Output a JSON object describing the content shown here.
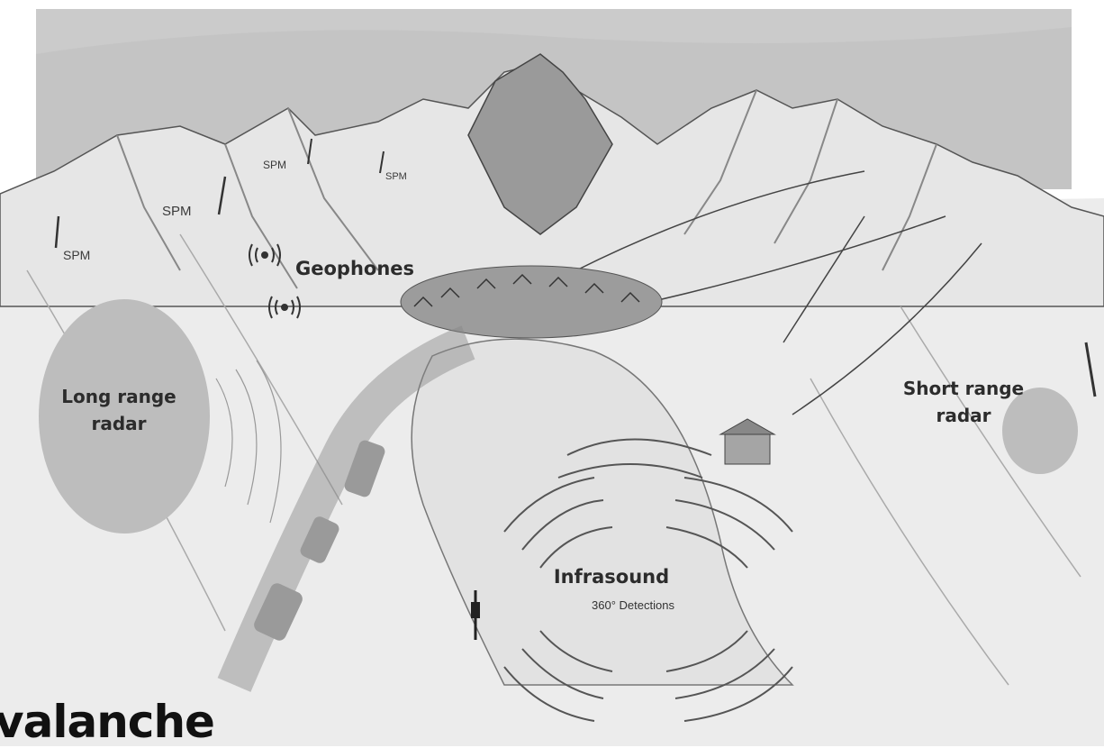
{
  "labels": {
    "geophones": "Geophones",
    "long_range_line1": "Long range",
    "long_range_line2": "radar",
    "short_range_line1": "Short range",
    "short_range_line2": "radar",
    "infrasound": "Infrasound",
    "infrasound_sub": "360° Detections",
    "spm": [
      "SPM",
      "SPM",
      "SPM",
      "SPM"
    ],
    "title_fragment": "valanche"
  },
  "colors": {
    "sky": "#cfcfcf",
    "snow": "#eeeeee",
    "radar_zone": "#bdbdbd",
    "ink": "#2c2c2c"
  }
}
